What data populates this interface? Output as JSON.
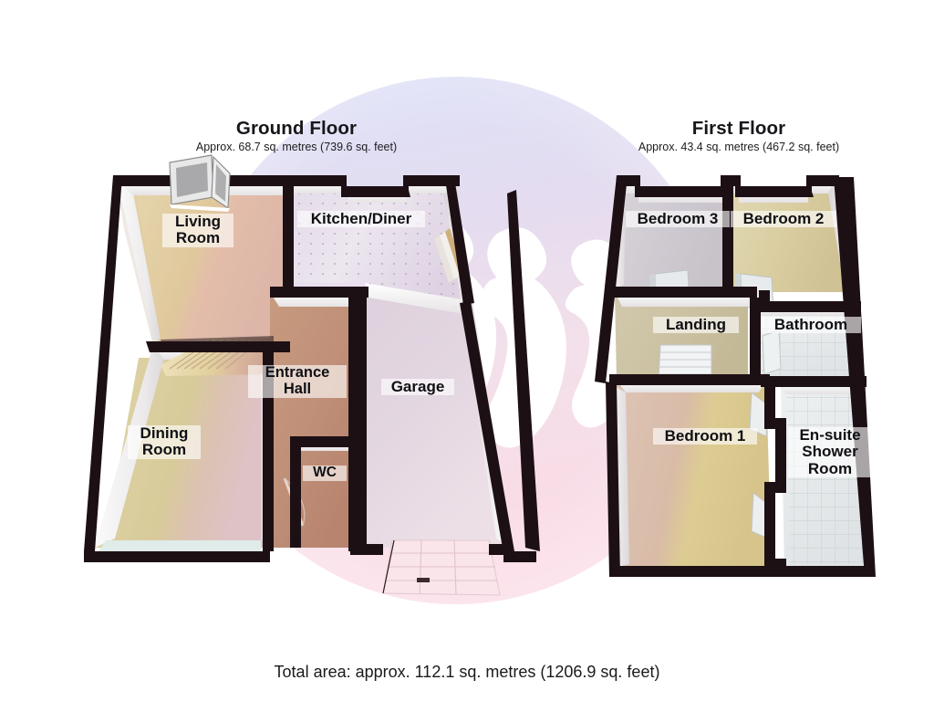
{
  "document": {
    "type": "floorplan",
    "total_area_text": "Total area: approx. 112.1 sq. metres (1206.9 sq. feet)"
  },
  "watermark": {
    "shape": "circle",
    "top_color": "#dfe3f7",
    "mid_color": "#e6dcef",
    "bottom_color": "#fbdde6",
    "glyph_color": "#ffffff"
  },
  "floors": [
    {
      "id": "ground",
      "title": "Ground Floor",
      "subtitle": "Approx. 68.7 sq. metres (739.6 sq. feet)",
      "rooms": [
        {
          "name": "living-room",
          "label": "Living\nRoom",
          "floor_color": "#ddc79a",
          "size": "rl-17"
        },
        {
          "name": "kitchen-diner",
          "label": "Kitchen/Diner",
          "floor_color": "#e5dce8",
          "size": "rl-17"
        },
        {
          "name": "dining-room",
          "label": "Dining\nRoom",
          "floor_color": "#d9cd9b",
          "size": "rl-17"
        },
        {
          "name": "entrance-hall",
          "label": "Entrance\nHall",
          "floor_color": "#c49a82",
          "size": "rl-16"
        },
        {
          "name": "garage",
          "label": "Garage",
          "floor_color": "#ded0dd",
          "size": "rl-17"
        },
        {
          "name": "wc",
          "label": "WC",
          "floor_color": "#c49a82",
          "size": "rl-15"
        }
      ]
    },
    {
      "id": "first",
      "title": "First Floor",
      "subtitle": "Approx. 43.4 sq. metres (467.2 sq. feet)",
      "rooms": [
        {
          "name": "bedroom-3",
          "label": "Bedroom 3",
          "floor_color": "#cfcbd2",
          "size": "rl-17"
        },
        {
          "name": "bedroom-2",
          "label": "Bedroom 2",
          "floor_color": "#ddd2a6",
          "size": "rl-17"
        },
        {
          "name": "landing",
          "label": "Landing",
          "floor_color": "#cfc5a8",
          "size": "rl-17"
        },
        {
          "name": "bathroom",
          "label": "Bathroom",
          "floor_color": "#e9eced",
          "size": "rl-17"
        },
        {
          "name": "bedroom-1",
          "label": "Bedroom 1",
          "floor_color": "#d6b9a6",
          "size": "rl-17"
        },
        {
          "name": "ensuite",
          "label": "En-suite\nShower\nRoom",
          "floor_color": "#e7eaec",
          "size": "rl-17"
        }
      ]
    }
  ],
  "labels": {
    "ground": {
      "living_room": "Living\nRoom",
      "kitchen_diner": "Kitchen/Diner",
      "dining_room": "Dining\nRoom",
      "entrance_hall": "Entrance\nHall",
      "garage": "Garage",
      "wc": "WC"
    },
    "first": {
      "bedroom_3": "Bedroom 3",
      "bedroom_2": "Bedroom 2",
      "landing": "Landing",
      "bathroom": "Bathroom",
      "bedroom_1": "Bedroom 1",
      "ensuite": "En-suite\nShower\nRoom"
    }
  },
  "fixtures": [
    {
      "name": "french-doors",
      "floor": "ground",
      "room": "living-room"
    },
    {
      "name": "staircase",
      "floor": "ground",
      "room": "entrance-hall"
    },
    {
      "name": "door-swing",
      "floor": "ground",
      "room": "dining-room"
    },
    {
      "name": "garage-door",
      "floor": "ground",
      "room": "garage"
    },
    {
      "name": "window",
      "floor": "ground",
      "room": "kitchen-diner"
    },
    {
      "name": "staircase-down",
      "floor": "first",
      "room": "landing"
    },
    {
      "name": "door-swing",
      "floor": "first",
      "room": "bedroom-3"
    },
    {
      "name": "door-swing",
      "floor": "first",
      "room": "bedroom-2"
    },
    {
      "name": "door-swing",
      "floor": "first",
      "room": "bathroom"
    },
    {
      "name": "door-swing",
      "floor": "first",
      "room": "bedroom-1"
    },
    {
      "name": "door-swing",
      "floor": "first",
      "room": "ensuite"
    }
  ],
  "colors": {
    "wall_dark": "#1d1015",
    "wall_face": "#f6f3f2",
    "wall_shadow": "#2a1b20",
    "background": "#ffffff",
    "text": "#101014"
  }
}
